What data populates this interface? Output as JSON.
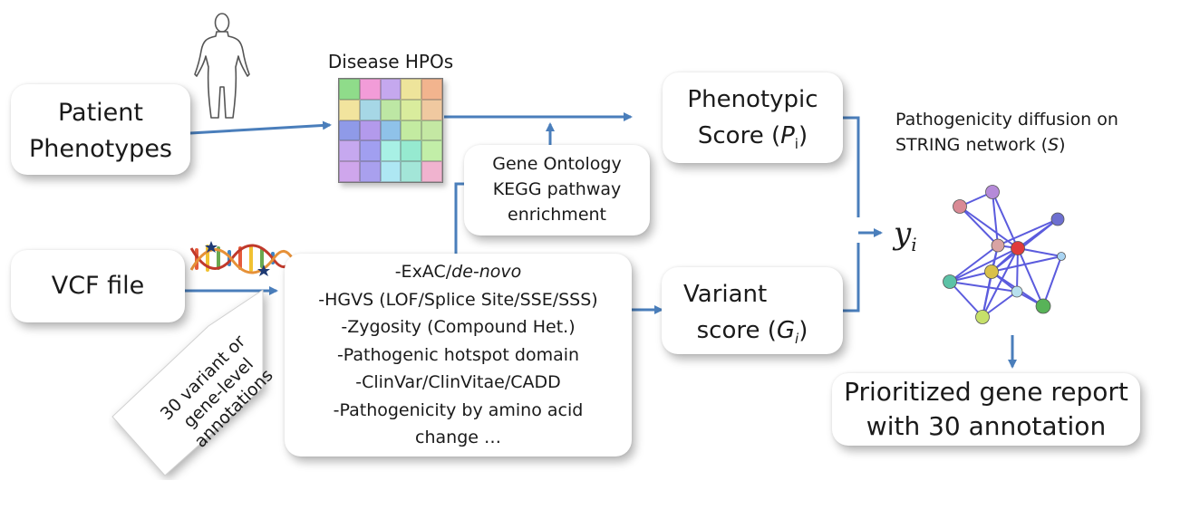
{
  "nodes": {
    "patient_line1": "Patient",
    "patient_line2": "Phenotypes",
    "disease_hpos": "Disease HPOs",
    "phenotypic_prefix": "Phenotypic",
    "phenotypic_score_label": "Score (",
    "phenotypic_symbol": "P",
    "phenotypic_sub": "i",
    "close_paren": ")",
    "pathogenicity_line1": "Pathogenicity diffusion on",
    "pathogenicity_line2_a": "STRING network (",
    "pathogenicity_symbol": "S",
    "pathogenicity_line2_b": ")",
    "go_line1": "Gene Ontology",
    "go_line2": "KEGG pathway",
    "go_line3": "enrichment",
    "y_symbol": "y",
    "y_sub": "i",
    "vcf_file": "VCF file",
    "annot_line1": "30 variant or",
    "annot_line2": "gene-level",
    "annot_line3": "annotations",
    "variant_prefix": "Variant",
    "variant_score_label": "score (",
    "variant_symbol": "G",
    "variant_sub": "i",
    "report_line1": "Prioritized gene report",
    "report_line2": "with 30 annotation"
  },
  "annotations_list": [
    {
      "prefix": "-ExAC/",
      "italic": "de-novo"
    },
    {
      "prefix": "-HGVS (LOF/Splice Site/SSE/SSS)",
      "italic": ""
    },
    {
      "prefix": "-Zygosity (Compound Het.)",
      "italic": ""
    },
    {
      "prefix": "-Pathogenic hotspot domain",
      "italic": ""
    },
    {
      "prefix": "-ClinVar/ClinVitae/CADD",
      "italic": ""
    },
    {
      "prefix": "-Pathogenicity by amino acid",
      "italic": ""
    },
    {
      "prefix": "change …",
      "italic": ""
    }
  ],
  "colors": {
    "arrow": "#4a7ebb",
    "heatmap_cells": [
      "#8fdc8a",
      "#f29cd8",
      "#c5a8ee",
      "#eee49b",
      "#f2b48e",
      "#f2e49e",
      "#a6d7e6",
      "#bde7a4",
      "#d9ec9d",
      "#f0c9a0",
      "#8f9ae8",
      "#b39aec",
      "#8fc2e9",
      "#c3eba1",
      "#c4e8a3",
      "#c6a8ef",
      "#a19ff0",
      "#a8f0e5",
      "#96ead0",
      "#c2eea8",
      "#cfa6ec",
      "#a9a0ee",
      "#aee7f3",
      "#a3e6d8",
      "#f0b3cf"
    ]
  }
}
